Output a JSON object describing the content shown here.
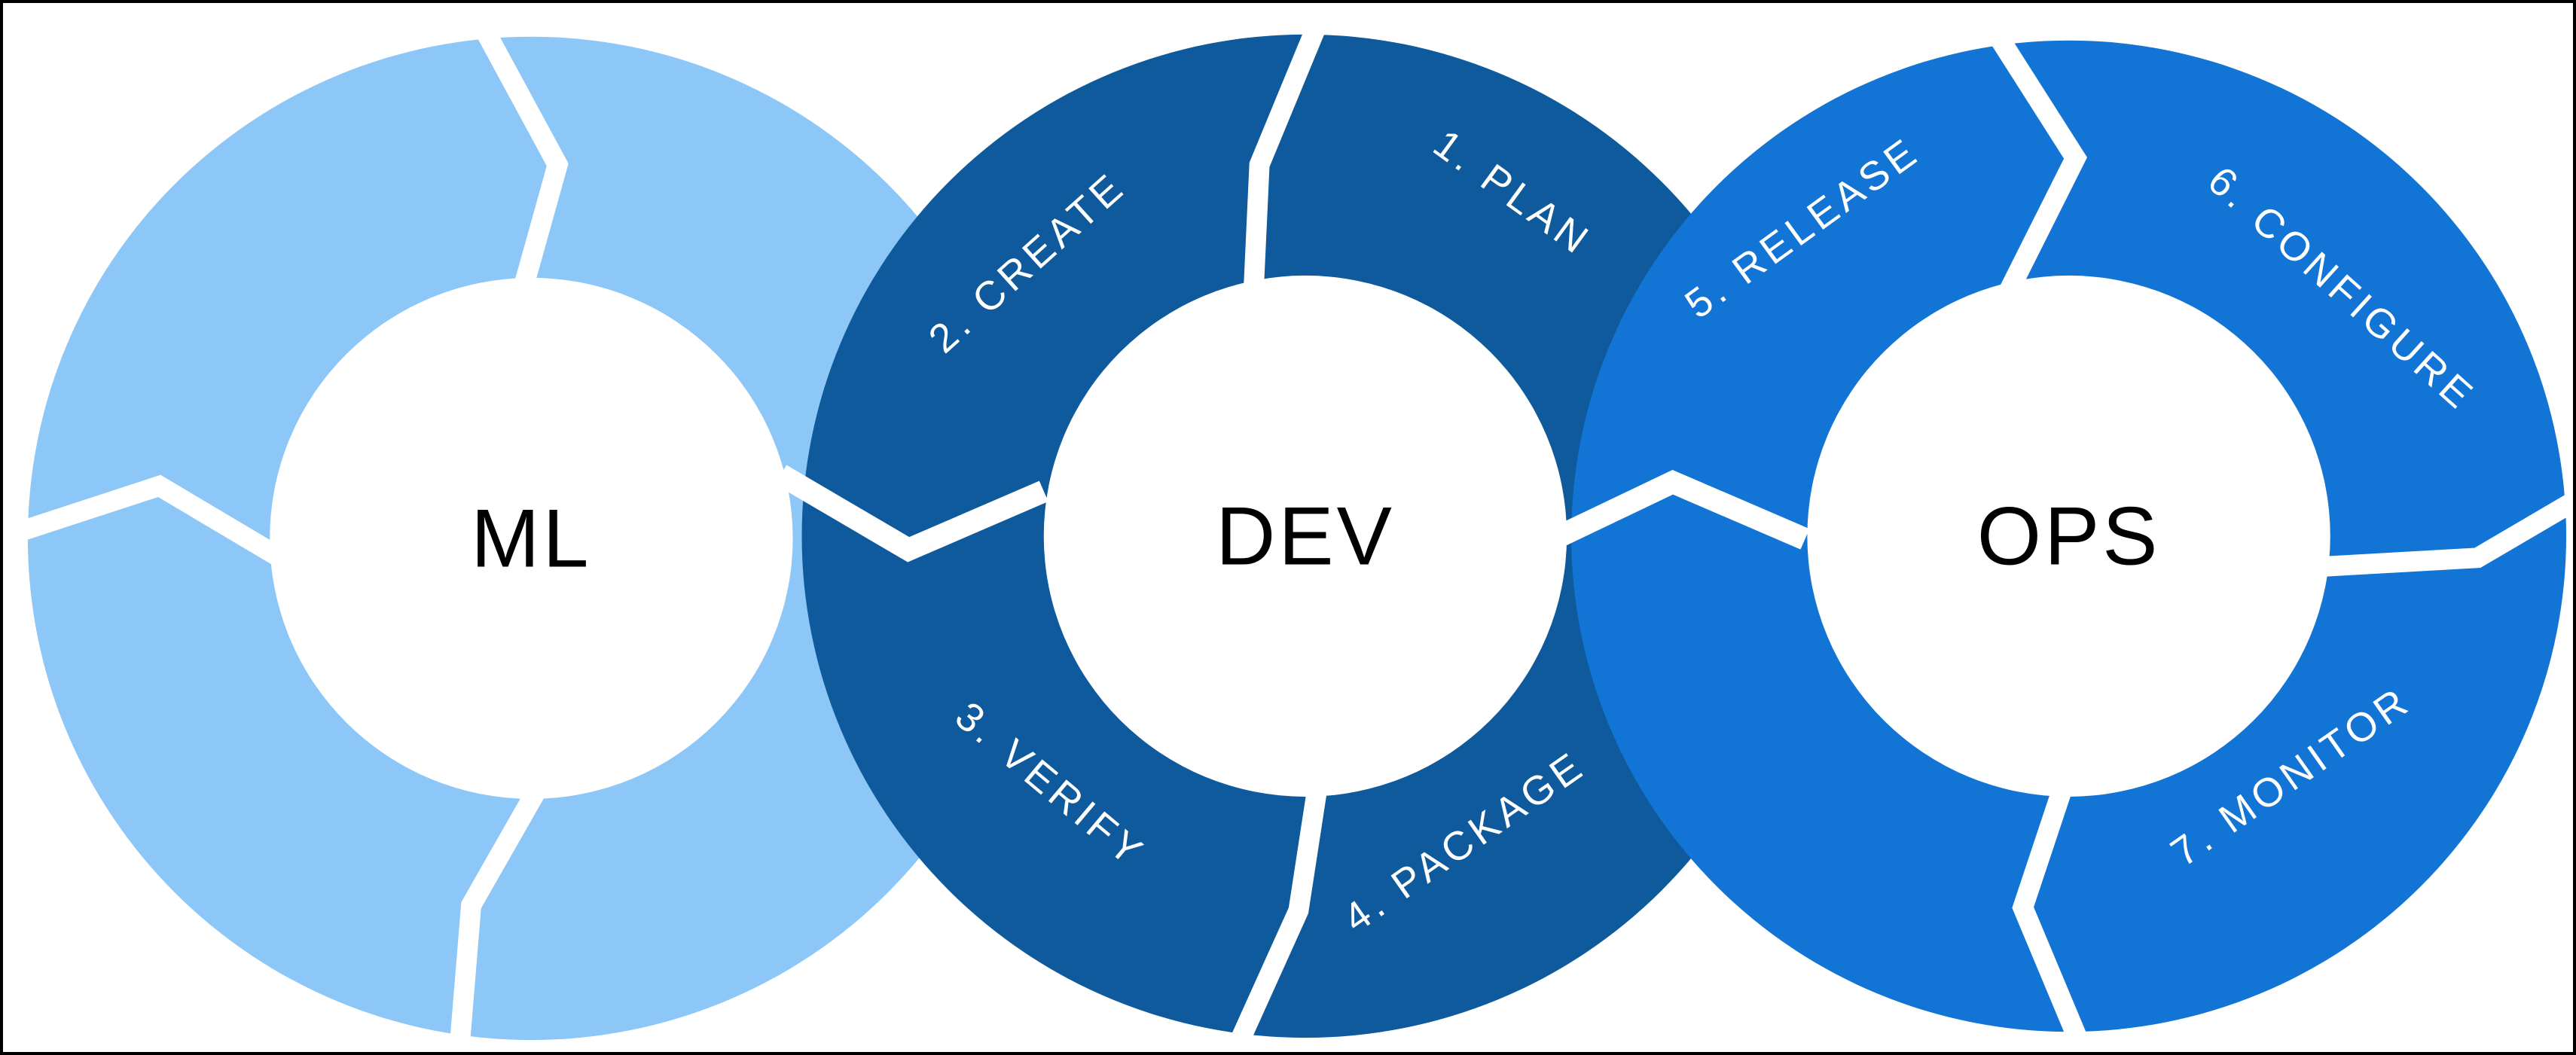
{
  "diagram": {
    "cycles": {
      "ml": {
        "center_label": "ML",
        "steps": []
      },
      "dev": {
        "center_label": "DEV",
        "steps": [
          {
            "label": "1. PLAN"
          },
          {
            "label": "2. CREATE"
          },
          {
            "label": "3. VERIFY"
          },
          {
            "label": "4. PACKAGE"
          }
        ]
      },
      "ops": {
        "center_label": "OPS",
        "steps": [
          {
            "label": "5. RELEASE"
          },
          {
            "label": "6. CONFIGURE"
          },
          {
            "label": "7. MONITOR"
          }
        ]
      }
    },
    "colors": {
      "ml_ring": "#8CC7F8",
      "dev_ring": "#0E5A9C",
      "ops_ring": "#1274D4",
      "step_text": "#FFFFFF",
      "center_text": "#000000",
      "background": "#FFFFFF",
      "frame_border": "#000000",
      "gap": "#FFFFFF"
    }
  }
}
